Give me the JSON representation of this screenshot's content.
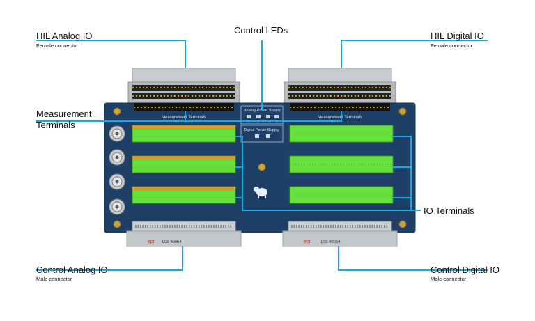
{
  "labels": {
    "hil_analog": {
      "title": "HIL Analog IO",
      "subtitle": "Female connector"
    },
    "control_leds": {
      "title": "Control LEDs"
    },
    "hil_digital": {
      "title": "HIL Digital IO",
      "subtitle": "Female connector"
    },
    "measurement": {
      "line1": "Measurement",
      "line2": "Terminals"
    },
    "io_terminals": {
      "title": "IO Terminals"
    },
    "control_analog": {
      "title": "Control Analog IO",
      "subtitle": "Male connector"
    },
    "control_digital": {
      "title": "Control Digital IO",
      "subtitle": "Male connector"
    }
  },
  "board_text": {
    "measurement_left": "Measurement Terminals",
    "measurement_right": "Measurement Terminals",
    "analog_power": "Analog Power Supply",
    "digital_power": "Digital Power Supply",
    "part_left": "103-40064",
    "part_right": "103-40064",
    "brand": "ept"
  },
  "colors": {
    "callout": "#1aa7e0",
    "pcb": "#1e3f66",
    "terminal": "#66e03a",
    "terminal_orange": "#f28a2a",
    "connector": "#bfc3c6"
  }
}
